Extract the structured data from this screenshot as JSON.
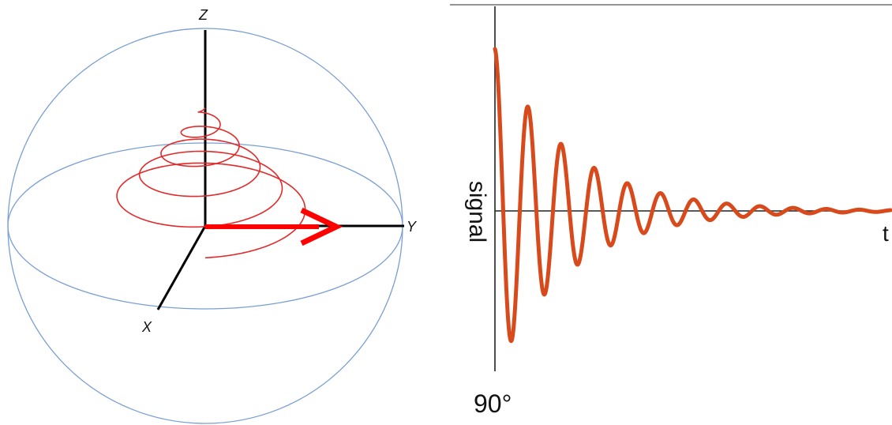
{
  "bloch": {
    "axis_labels": {
      "z": "Z",
      "y": "Y",
      "x": "X"
    },
    "colors": {
      "sphere": "#7a9fd3",
      "axes": "#000000",
      "spiral": "#e12b2b",
      "vector": "#ff0000"
    }
  },
  "signal_plot": {
    "ylabel": "signal",
    "xlabel": "t",
    "pulse_label": "90°",
    "colors": {
      "signal": "#d84a1b",
      "axes": "#222222",
      "frame": "#555555"
    }
  }
}
